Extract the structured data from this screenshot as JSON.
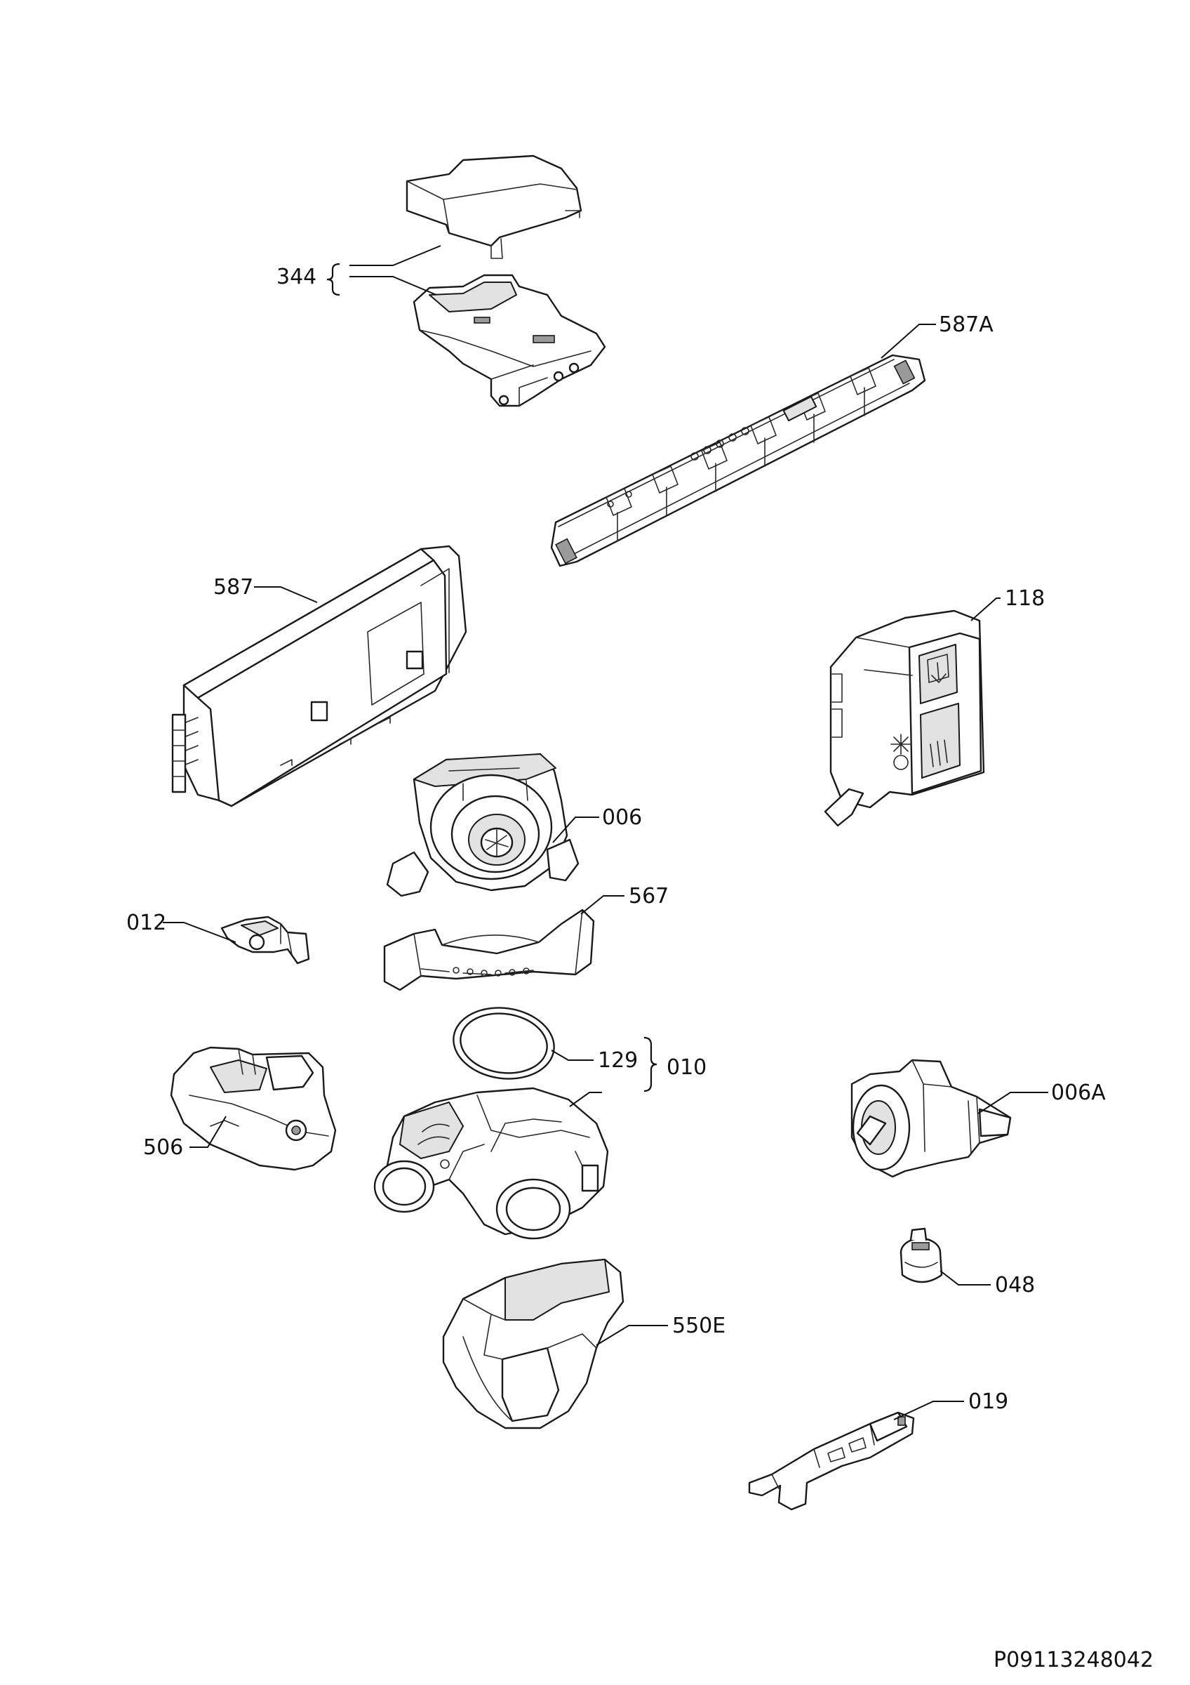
{
  "callouts": {
    "c344": "344",
    "c587A": "587A",
    "c587": "587",
    "c118": "118",
    "c006": "006",
    "c567": "567",
    "c012": "012",
    "c129": "129",
    "c010": "010",
    "c006A": "006A",
    "c506": "506",
    "c048": "048",
    "c550E": "550E",
    "c019": "019"
  },
  "diagram_code": "P09113248042"
}
